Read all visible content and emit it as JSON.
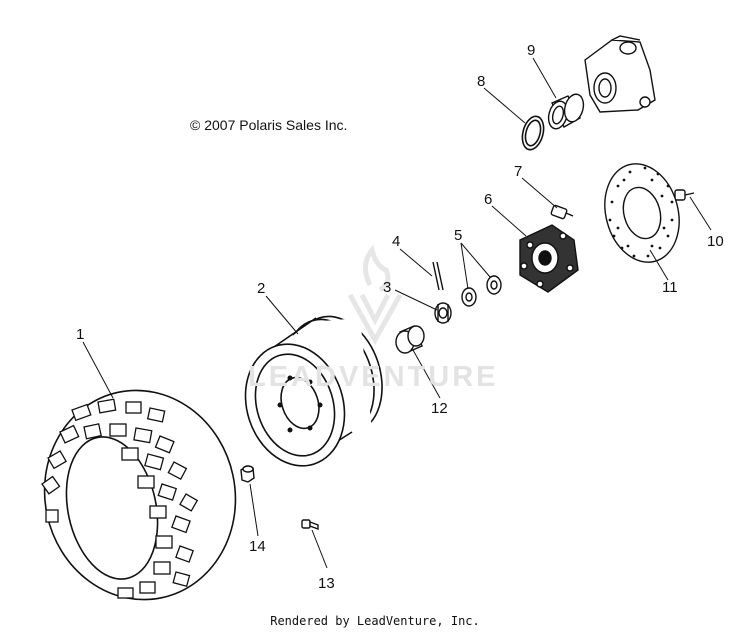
{
  "copyright": "© 2007 Polaris Sales Inc.",
  "credit": "Rendered by LeadVenture, Inc.",
  "watermark": "LEADVENTURE",
  "callouts": [
    "1",
    "2",
    "3",
    "4",
    "5",
    "6",
    "7",
    "8",
    "9",
    "10",
    "11",
    "12",
    "13",
    "14"
  ],
  "parts": [
    {
      "callout": "1",
      "icon": "tire-icon"
    },
    {
      "callout": "2",
      "icon": "wheel-rim-icon"
    },
    {
      "callout": "3",
      "icon": "castle-nut-icon"
    },
    {
      "callout": "4",
      "icon": "cotter-pin-icon"
    },
    {
      "callout": "5",
      "icon": "washer-icon"
    },
    {
      "callout": "6",
      "icon": "wheel-hub-icon"
    },
    {
      "callout": "7",
      "icon": "stud-icon"
    },
    {
      "callout": "8",
      "icon": "retaining-ring-icon"
    },
    {
      "callout": "9",
      "icon": "bearing-icon"
    },
    {
      "callout": "10",
      "icon": "bolt-icon"
    },
    {
      "callout": "11",
      "icon": "brake-disc-icon"
    },
    {
      "callout": "12",
      "icon": "hub-cap-icon"
    },
    {
      "callout": "13",
      "icon": "valve-stem-icon"
    },
    {
      "callout": "14",
      "icon": "lug-nut-icon"
    }
  ]
}
